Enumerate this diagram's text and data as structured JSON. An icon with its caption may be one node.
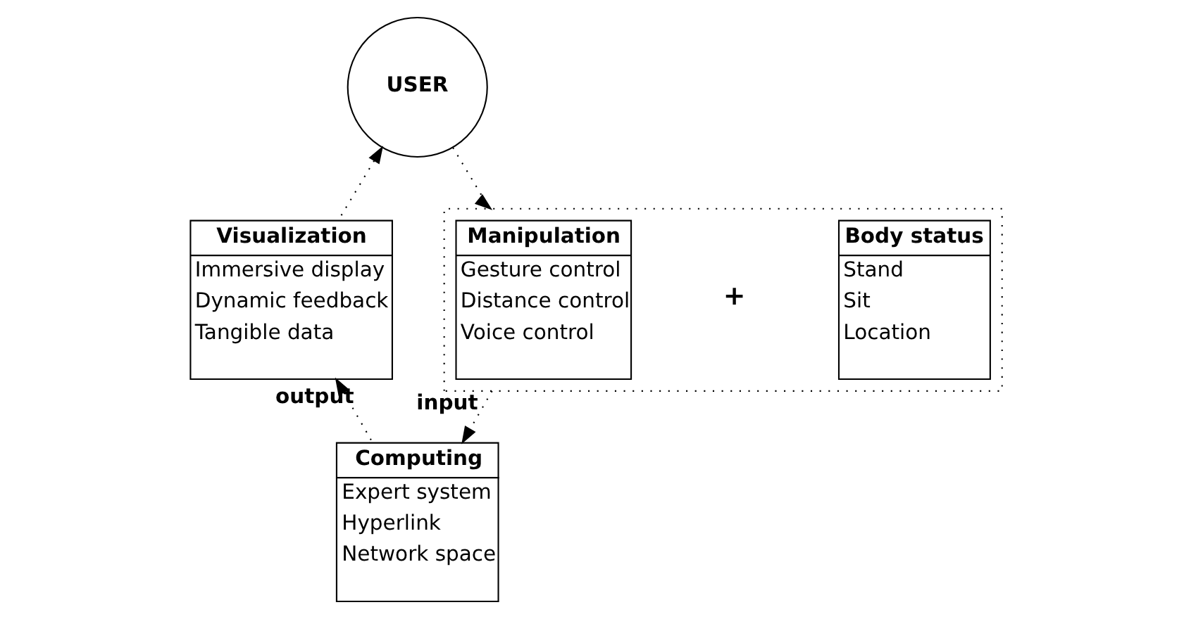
{
  "diagram": {
    "nodes": [
      {
        "text": [
          "USER"
        ]
      },
      {
        "text": [],
        "shape": "box"
      },
      {
        "text": [
          "Manipulation",
          "Gesture control",
          "Distance control",
          "Voice control"
        ],
        "in": 1
      },
      {
        "text": [
          "Body status",
          "Stand",
          "Sit",
          "Location"
        ],
        "in": 1
      },
      {
        "text": [
          "Visualization",
          "Immersive display",
          "Dynamic feedback",
          "Tangible data"
        ]
      },
      {
        "text": [
          "Computing",
          "Expert system",
          "Hyperlink",
          "Network space"
        ]
      }
    ],
    "edges": [
      {
        "from": 4,
        "to": 0,
        "arrow": "to",
        "style": "dashed"
      },
      {
        "from": 0,
        "to": 1,
        "arrow": "to",
        "style": "dashed"
      },
      {
        "from": 1,
        "to": 5,
        "arrow": "to",
        "style": "dashed",
        "label": "input"
      },
      {
        "from": 5,
        "to": 4,
        "arrow": "to",
        "style": "dashed",
        "label": "output"
      }
    ],
    "labels": [
      "+"
    ]
  }
}
